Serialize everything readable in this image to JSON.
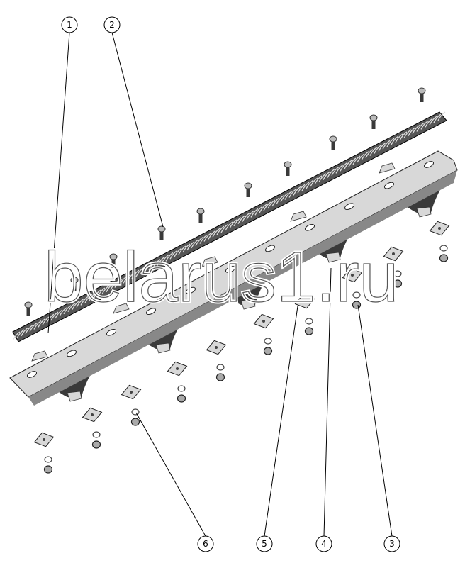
{
  "diagram": {
    "type": "exploded-assembly",
    "callouts": [
      {
        "number": "1",
        "part": "rack"
      },
      {
        "number": "2",
        "part": "bolt"
      },
      {
        "number": "3",
        "part": "nut"
      },
      {
        "number": "4",
        "part": "channel-bar"
      },
      {
        "number": "5",
        "part": "square-plate"
      },
      {
        "number": "6",
        "part": "washer"
      }
    ],
    "watermark": "belarus1.ru"
  },
  "colors": {
    "line": "#000000",
    "metal_light": "#d8d8d8",
    "metal_dark": "#3a3a3a"
  }
}
